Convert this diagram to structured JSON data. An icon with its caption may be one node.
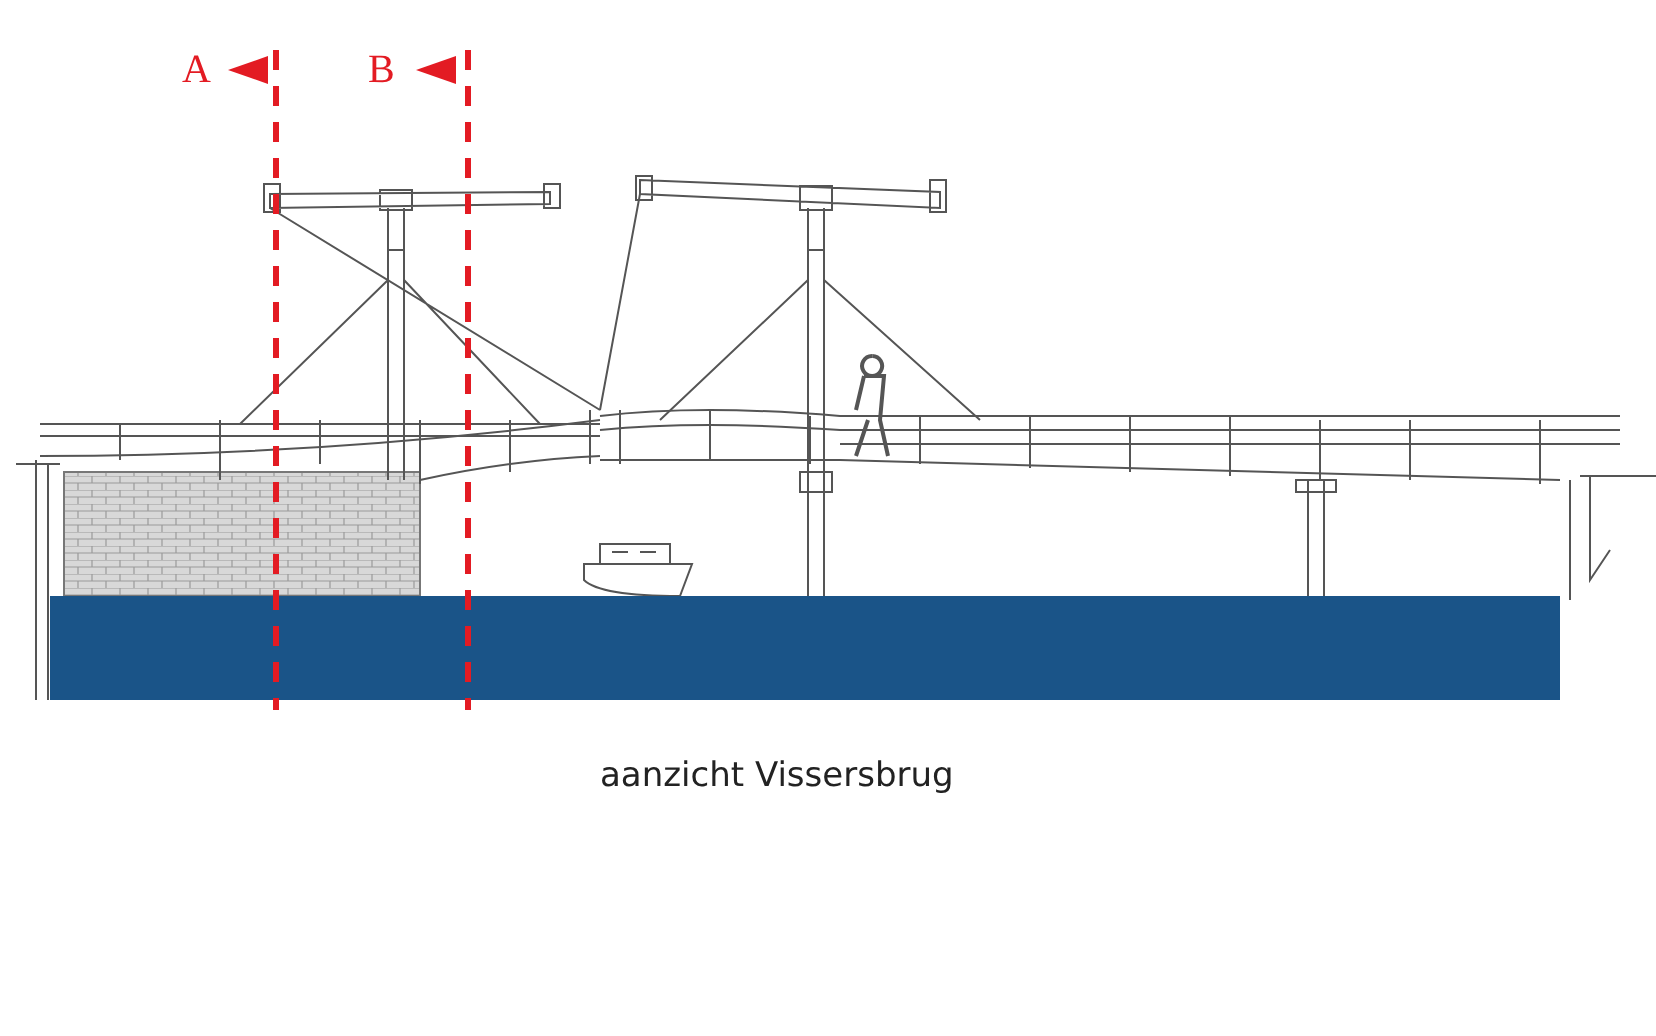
{
  "diagram": {
    "caption": "aanzicht Vissersbrug",
    "labels": [
      "A",
      "B"
    ]
  }
}
